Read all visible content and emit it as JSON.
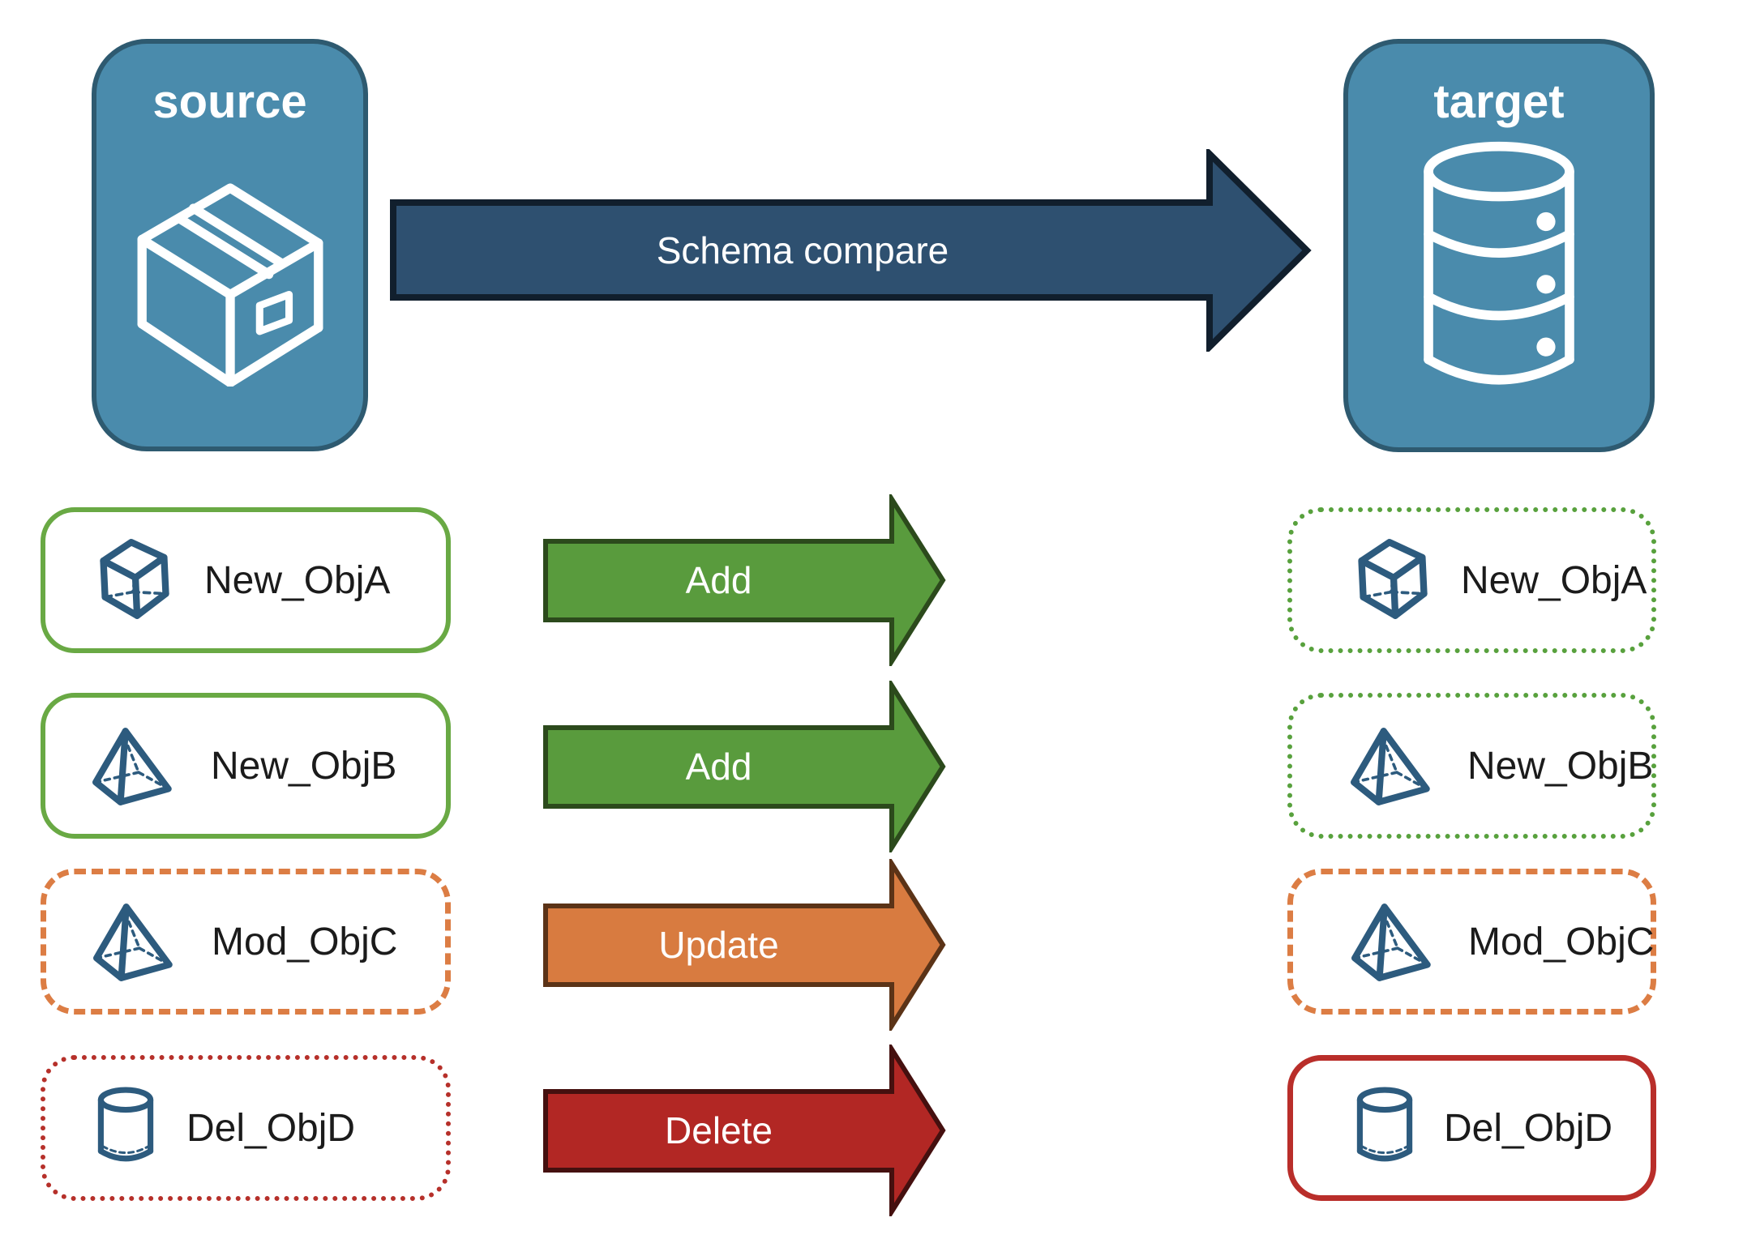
{
  "source": {
    "label": "source"
  },
  "target": {
    "label": "target"
  },
  "schema_arrow": {
    "label": "Schema compare"
  },
  "rows": [
    {
      "object": "New_ObjA",
      "action": "Add",
      "icon": "cube",
      "left_border": "solid-green",
      "right_border": "dotted-green"
    },
    {
      "object": "New_ObjB",
      "action": "Add",
      "icon": "pyramid",
      "left_border": "solid-green",
      "right_border": "dotted-green"
    },
    {
      "object": "Mod_ObjC",
      "action": "Update",
      "icon": "pyramid",
      "left_border": "dashed-orange",
      "right_border": "dashed-orange"
    },
    {
      "object": "Del_ObjD",
      "action": "Delete",
      "icon": "cylinder",
      "left_border": "dotted-red",
      "right_border": "solid-red"
    }
  ],
  "colors": {
    "panel_blue": "#4a8bac",
    "panel_blue_border": "#2e5a70",
    "schema_arrow_fill": "#2e5070",
    "schema_arrow_border": "#111f2d",
    "add_green": "#599b3d",
    "add_green_border": "#2c4a1c",
    "update_orange": "#d87b40",
    "update_orange_border": "#5b3317",
    "delete_red": "#b22724",
    "delete_red_border": "#45100f",
    "object_box_green": "#69a944",
    "object_box_orange": "#dc7d44",
    "object_box_red": "#b6302a",
    "icon_blue": "#2d5b7e"
  }
}
